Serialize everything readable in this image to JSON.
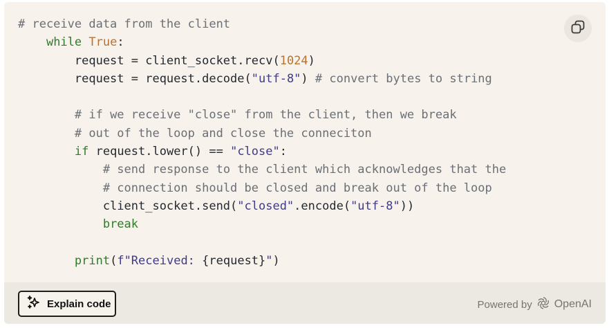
{
  "code_block": {
    "language": "python",
    "lines": [
      [
        {
          "t": "comment",
          "v": "# receive data from the client"
        }
      ],
      [
        {
          "t": "plain",
          "v": "    "
        },
        {
          "t": "keyword",
          "v": "while"
        },
        {
          "t": "plain",
          "v": " "
        },
        {
          "t": "const",
          "v": "True"
        },
        {
          "t": "plain",
          "v": ":"
        }
      ],
      [
        {
          "t": "plain",
          "v": "        request = client_socket.recv("
        },
        {
          "t": "number",
          "v": "1024"
        },
        {
          "t": "plain",
          "v": ")"
        }
      ],
      [
        {
          "t": "plain",
          "v": "        request = request.decode("
        },
        {
          "t": "string",
          "v": "\"utf-8\""
        },
        {
          "t": "plain",
          "v": ") "
        },
        {
          "t": "comment",
          "v": "# convert bytes to string"
        }
      ],
      [
        {
          "t": "plain",
          "v": ""
        }
      ],
      [
        {
          "t": "plain",
          "v": "        "
        },
        {
          "t": "comment",
          "v": "# if we receive \"close\" from the client, then we break"
        }
      ],
      [
        {
          "t": "plain",
          "v": "        "
        },
        {
          "t": "comment",
          "v": "# out of the loop and close the conneciton"
        }
      ],
      [
        {
          "t": "plain",
          "v": "        "
        },
        {
          "t": "keyword",
          "v": "if"
        },
        {
          "t": "plain",
          "v": " request.lower() == "
        },
        {
          "t": "string",
          "v": "\"close\""
        },
        {
          "t": "plain",
          "v": ":"
        }
      ],
      [
        {
          "t": "plain",
          "v": "            "
        },
        {
          "t": "comment",
          "v": "# send response to the client which acknowledges that the"
        }
      ],
      [
        {
          "t": "plain",
          "v": "            "
        },
        {
          "t": "comment",
          "v": "# connection should be closed and break out of the loop"
        }
      ],
      [
        {
          "t": "plain",
          "v": "            client_socket.send("
        },
        {
          "t": "string",
          "v": "\"closed\""
        },
        {
          "t": "plain",
          "v": ".encode("
        },
        {
          "t": "string",
          "v": "\"utf-8\""
        },
        {
          "t": "plain",
          "v": "))"
        }
      ],
      [
        {
          "t": "plain",
          "v": "            "
        },
        {
          "t": "keyword",
          "v": "break"
        }
      ],
      [
        {
          "t": "plain",
          "v": ""
        }
      ],
      [
        {
          "t": "plain",
          "v": "        "
        },
        {
          "t": "func",
          "v": "print"
        },
        {
          "t": "plain",
          "v": "("
        },
        {
          "t": "string",
          "v": "f\"Received: "
        },
        {
          "t": "plain",
          "v": "{request}"
        },
        {
          "t": "string",
          "v": "\""
        },
        {
          "t": "plain",
          "v": ")"
        }
      ]
    ]
  },
  "toolbar": {
    "copy_icon": "copy-icon",
    "explain_label": "Explain code",
    "explain_icon": "sparkle-icon"
  },
  "footer": {
    "powered_by_label": "Powered by",
    "brand_name": "OpenAI",
    "brand_icon": "openai-logo-icon"
  },
  "colors": {
    "background": "#f7f2eb",
    "footer_background": "#ece8e2",
    "comment": "#6a6f76",
    "keyword": "#2d7d28",
    "string": "#3f3a8a",
    "number": "#b9722e"
  }
}
